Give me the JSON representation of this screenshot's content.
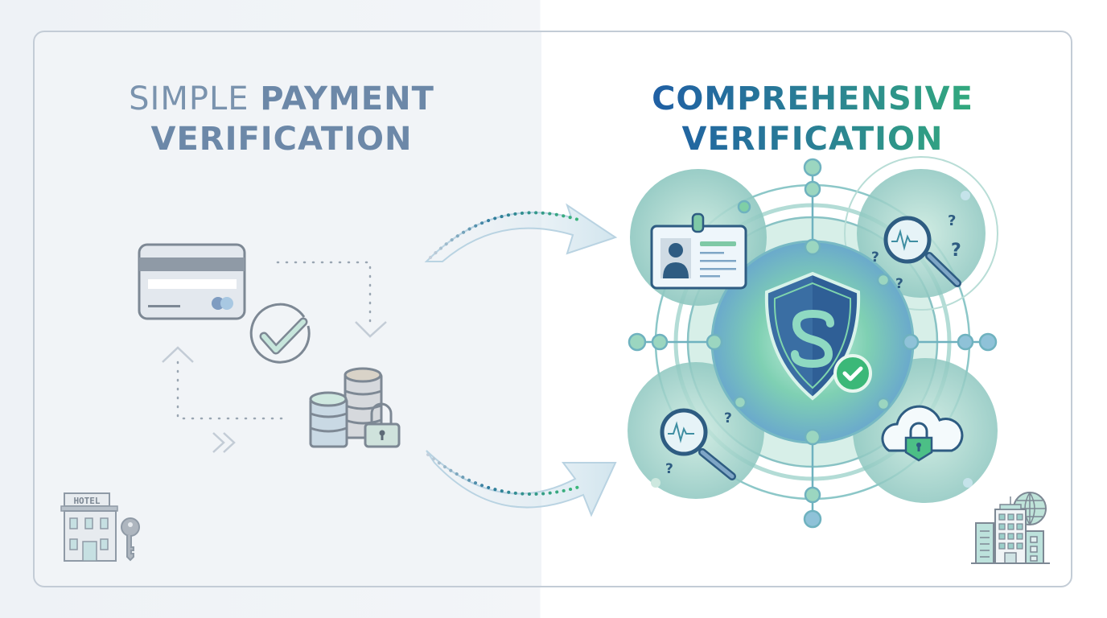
{
  "left_panel": {
    "title_light": "SIMPLE ",
    "title_bold": "PAYMENT",
    "title_line2": "VERIFICATION",
    "icons": [
      "credit-card-icon",
      "check-circle-icon",
      "database-icon",
      "padlock-icon",
      "hotel-key-icon"
    ],
    "hotel_sign": "HOTEL"
  },
  "right_panel": {
    "title_line1": "COMPREHENSIVE",
    "title_line2": "VERIFICATION",
    "center_icon": "shield-s-check-icon",
    "satellite_icons": [
      "id-badge-icon",
      "magnifier-pulse-icon",
      "magnifier-pulse-icon",
      "cloud-lock-icon"
    ],
    "corner_icon": "office-globe-icon",
    "question_mark": "?"
  },
  "colors": {
    "left_title": "#6c88a8",
    "right_title_start": "#1e5aa6",
    "right_title_end": "#34b07a",
    "accent_green": "#3bb878",
    "accent_blue": "#3d6ea8",
    "frame_border": "#c3ccd6"
  }
}
